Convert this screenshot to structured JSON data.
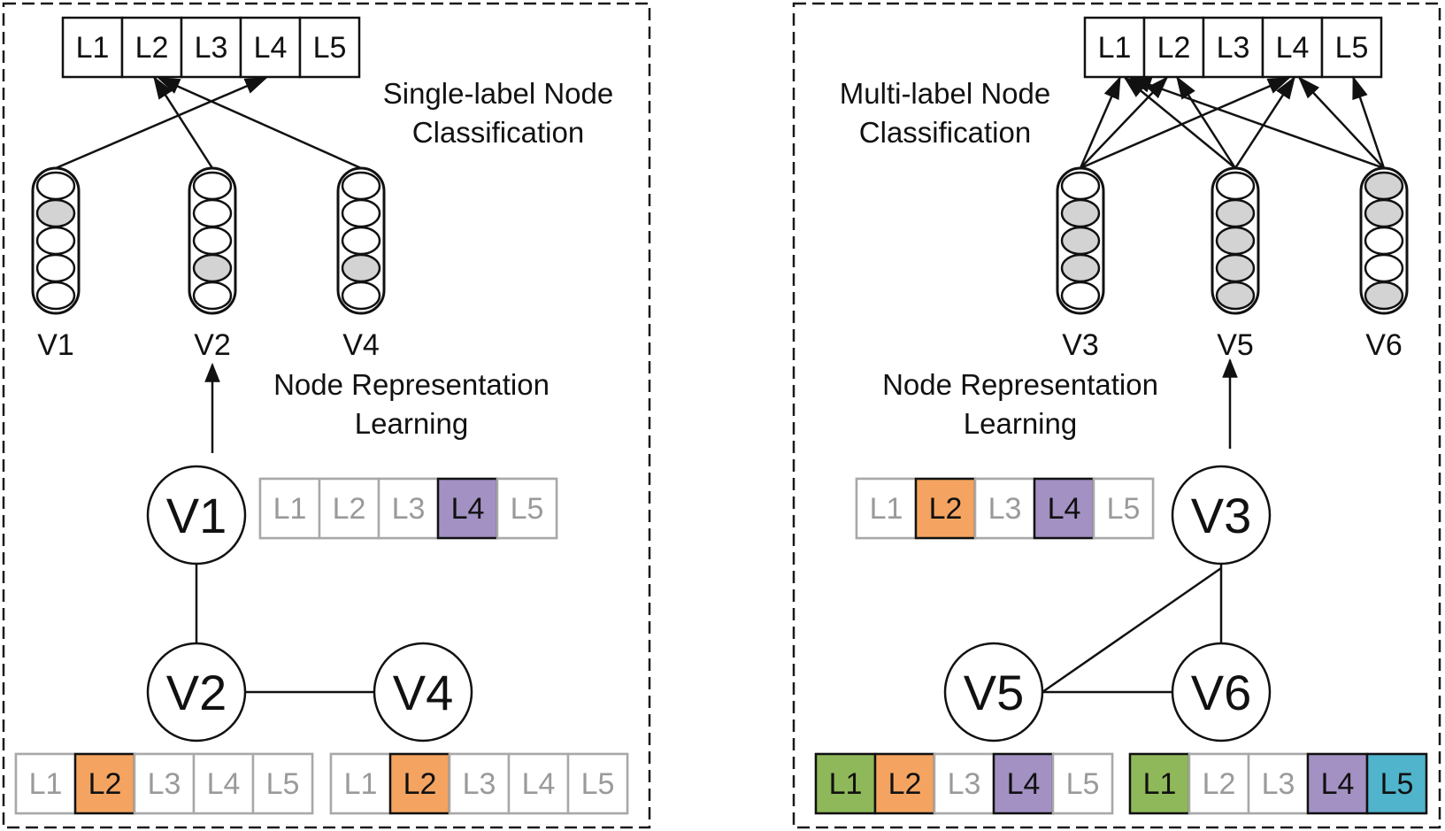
{
  "colors": {
    "orange": "#f4a460",
    "purple": "#a291c2",
    "green": "#8fb85a",
    "blue": "#4fb4cc",
    "embedding_shaded": "#d3d3d3",
    "inactive_text": "#9a9a9a",
    "inactive_border": "#a8a8a8"
  },
  "labels": [
    "L1",
    "L2",
    "L3",
    "L4",
    "L5"
  ],
  "left_panel": {
    "caption_line1": "Single-label Node",
    "caption_line2": "Classification",
    "rep_line1": "Node Representation",
    "rep_line2": "Learning",
    "embeddings": [
      {
        "name": "V1",
        "shaded": [
          1
        ]
      },
      {
        "name": "V2",
        "shaded": [
          3
        ]
      },
      {
        "name": "V4",
        "shaded": [
          3
        ]
      }
    ],
    "graph_nodes": [
      "V1",
      "V2",
      "V4"
    ],
    "label_vectors": [
      {
        "node": "V1",
        "active": {
          "L4": "purple"
        }
      },
      {
        "node": "V2",
        "active": {
          "L2": "orange"
        }
      },
      {
        "node": "V4",
        "active": {
          "L2": "orange"
        }
      }
    ]
  },
  "right_panel": {
    "caption_line1": "Multi-label Node",
    "caption_line2": "Classification",
    "rep_line1": "Node Representation",
    "rep_line2": "Learning",
    "embeddings": [
      {
        "name": "V3",
        "shaded": [
          1,
          2,
          3
        ]
      },
      {
        "name": "V5",
        "shaded": [
          1,
          2,
          3,
          4
        ]
      },
      {
        "name": "V6",
        "shaded": [
          0,
          1,
          4
        ]
      }
    ],
    "graph_nodes": [
      "V3",
      "V5",
      "V6"
    ],
    "label_vectors": [
      {
        "node": "V3",
        "active": {
          "L2": "orange",
          "L4": "purple"
        }
      },
      {
        "node": "V5",
        "active": {
          "L1": "green",
          "L2": "orange",
          "L4": "purple"
        }
      },
      {
        "node": "V6",
        "active": {
          "L1": "green",
          "L4": "purple",
          "L5": "blue"
        }
      }
    ]
  }
}
